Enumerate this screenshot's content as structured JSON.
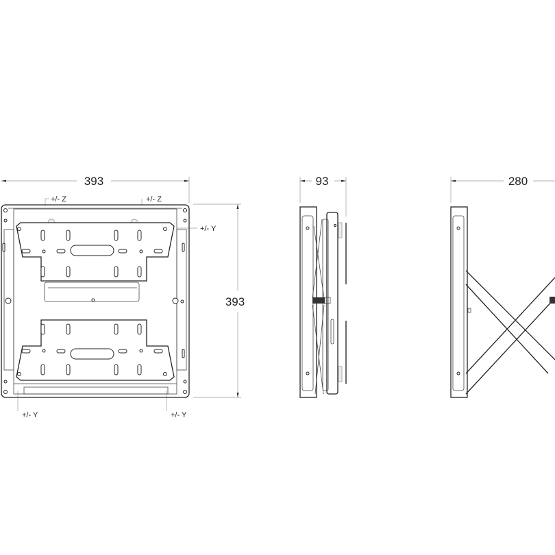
{
  "dimensions": {
    "front_width": "393",
    "front_height": "393",
    "side_depth_folded": "93",
    "side_depth_extended": "280"
  },
  "motion_labels": {
    "z_left": "+/- Z",
    "z_right": "+/- Z",
    "y_right": "+/- Y",
    "y_bottom_left": "+/- Y",
    "y_bottom_right": "+/- Y"
  },
  "colors": {
    "line": "#222222",
    "dimension_line": "#999999",
    "background": "#ffffff"
  }
}
